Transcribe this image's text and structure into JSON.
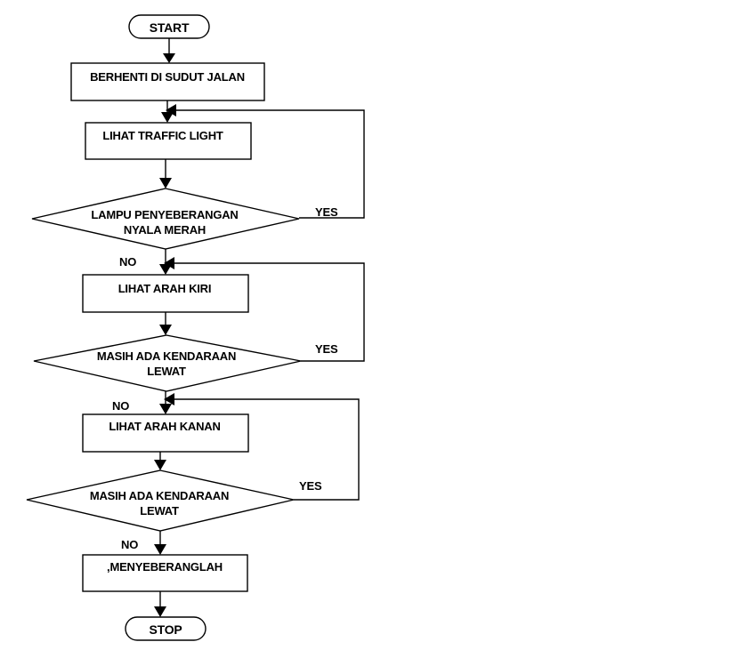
{
  "flowchart": {
    "start": "START",
    "stop": "STOP",
    "steps": {
      "stop_at_corner": "BERHENTI DI SUDUT JALAN",
      "look_traffic_light": "LIHAT TRAFFIC  LIGHT",
      "look_left": "LIHAT ARAH KIRI",
      "look_right": "LIHAT ARAH KANAN",
      "cross": ",MENYEBERANGLAH"
    },
    "decisions": {
      "crossing_light_red": {
        "line1": "LAMPU PENYEBERANGAN",
        "line2": "NYALA MERAH"
      },
      "vehicle_passing_left": {
        "line1": "MASIH  ADA KENDARAAN",
        "line2": "LEWAT"
      },
      "vehicle_passing_right": {
        "line1": "MASIH  ADA KENDARAAN",
        "line2": "LEWAT"
      }
    },
    "branch_labels": {
      "yes": "YES",
      "no": "NO"
    }
  }
}
